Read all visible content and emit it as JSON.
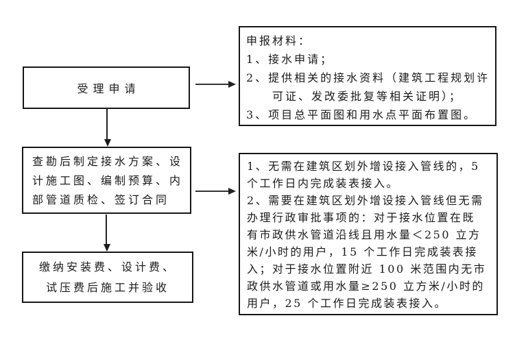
{
  "flowchart": {
    "steps": {
      "accept": {
        "label": "受理申请"
      },
      "plan": {
        "lines": [
          "查勘后制定接水方案、设",
          "计施工图、编制预算、内",
          "部管道质检、签订合同"
        ]
      },
      "pay": {
        "lines": [
          "缴纳安装费、设计费、",
          "试压费后施工并验收"
        ]
      }
    },
    "notes": {
      "materials": {
        "lines": [
          "申报材料：",
          "1、接水申请；",
          "2、提供相关的接水资料（建筑工程规划许",
          "　　可证、发改委批复等相关证明）；",
          "3、项目总平面图和用水点平面布置图。"
        ]
      },
      "timeline": {
        "lines": [
          "1、无需在建筑区划外增设接入管线的，5",
          "个工作日内完成装表接入。",
          "2、需要在建筑区划外增设接入管线但无需",
          "办理行政审批事项的：对于接水位置在既",
          "有市政供水管道沿线且用水量＜250 立方",
          "米/小时的用户，15 个工作日完成装表接",
          "入；对于接水位置附近 100 米范围内无市",
          "政供水管道或用水量≥250 立方米/小时的",
          "用户，25 个工作日完成装表接入。"
        ]
      }
    },
    "colors": {
      "background": "#ffffff",
      "border": "#161616",
      "text": "#1a1a1a",
      "arrow": "#333333"
    }
  }
}
